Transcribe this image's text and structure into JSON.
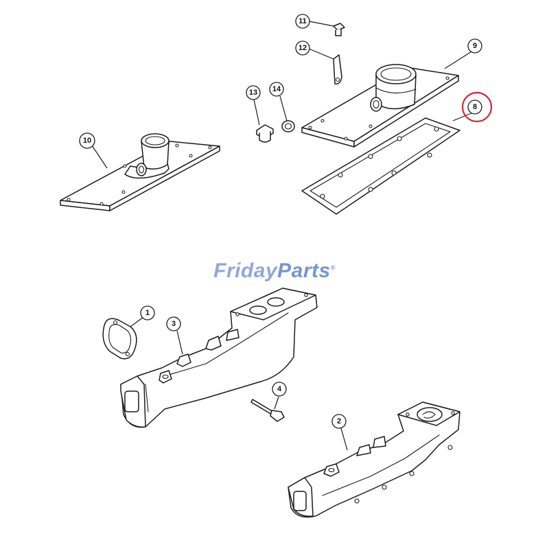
{
  "watermark": {
    "brand_part1": "Friday",
    "brand_part2": "Parts",
    "registered_mark": "®",
    "color_part1": "#8fa9d8",
    "color_part2": "#7396cf"
  },
  "highlight_color": "#d9232e",
  "highlighted_callout": "8",
  "callouts": [
    {
      "id": "1",
      "label": "1"
    },
    {
      "id": "2",
      "label": "2"
    },
    {
      "id": "3",
      "label": "3"
    },
    {
      "id": "4",
      "label": "4"
    },
    {
      "id": "8",
      "label": "8"
    },
    {
      "id": "9",
      "label": "9"
    },
    {
      "id": "10",
      "label": "10"
    },
    {
      "id": "11",
      "label": "11"
    },
    {
      "id": "12",
      "label": "12"
    },
    {
      "id": "13",
      "label": "13"
    },
    {
      "id": "14",
      "label": "14"
    }
  ]
}
